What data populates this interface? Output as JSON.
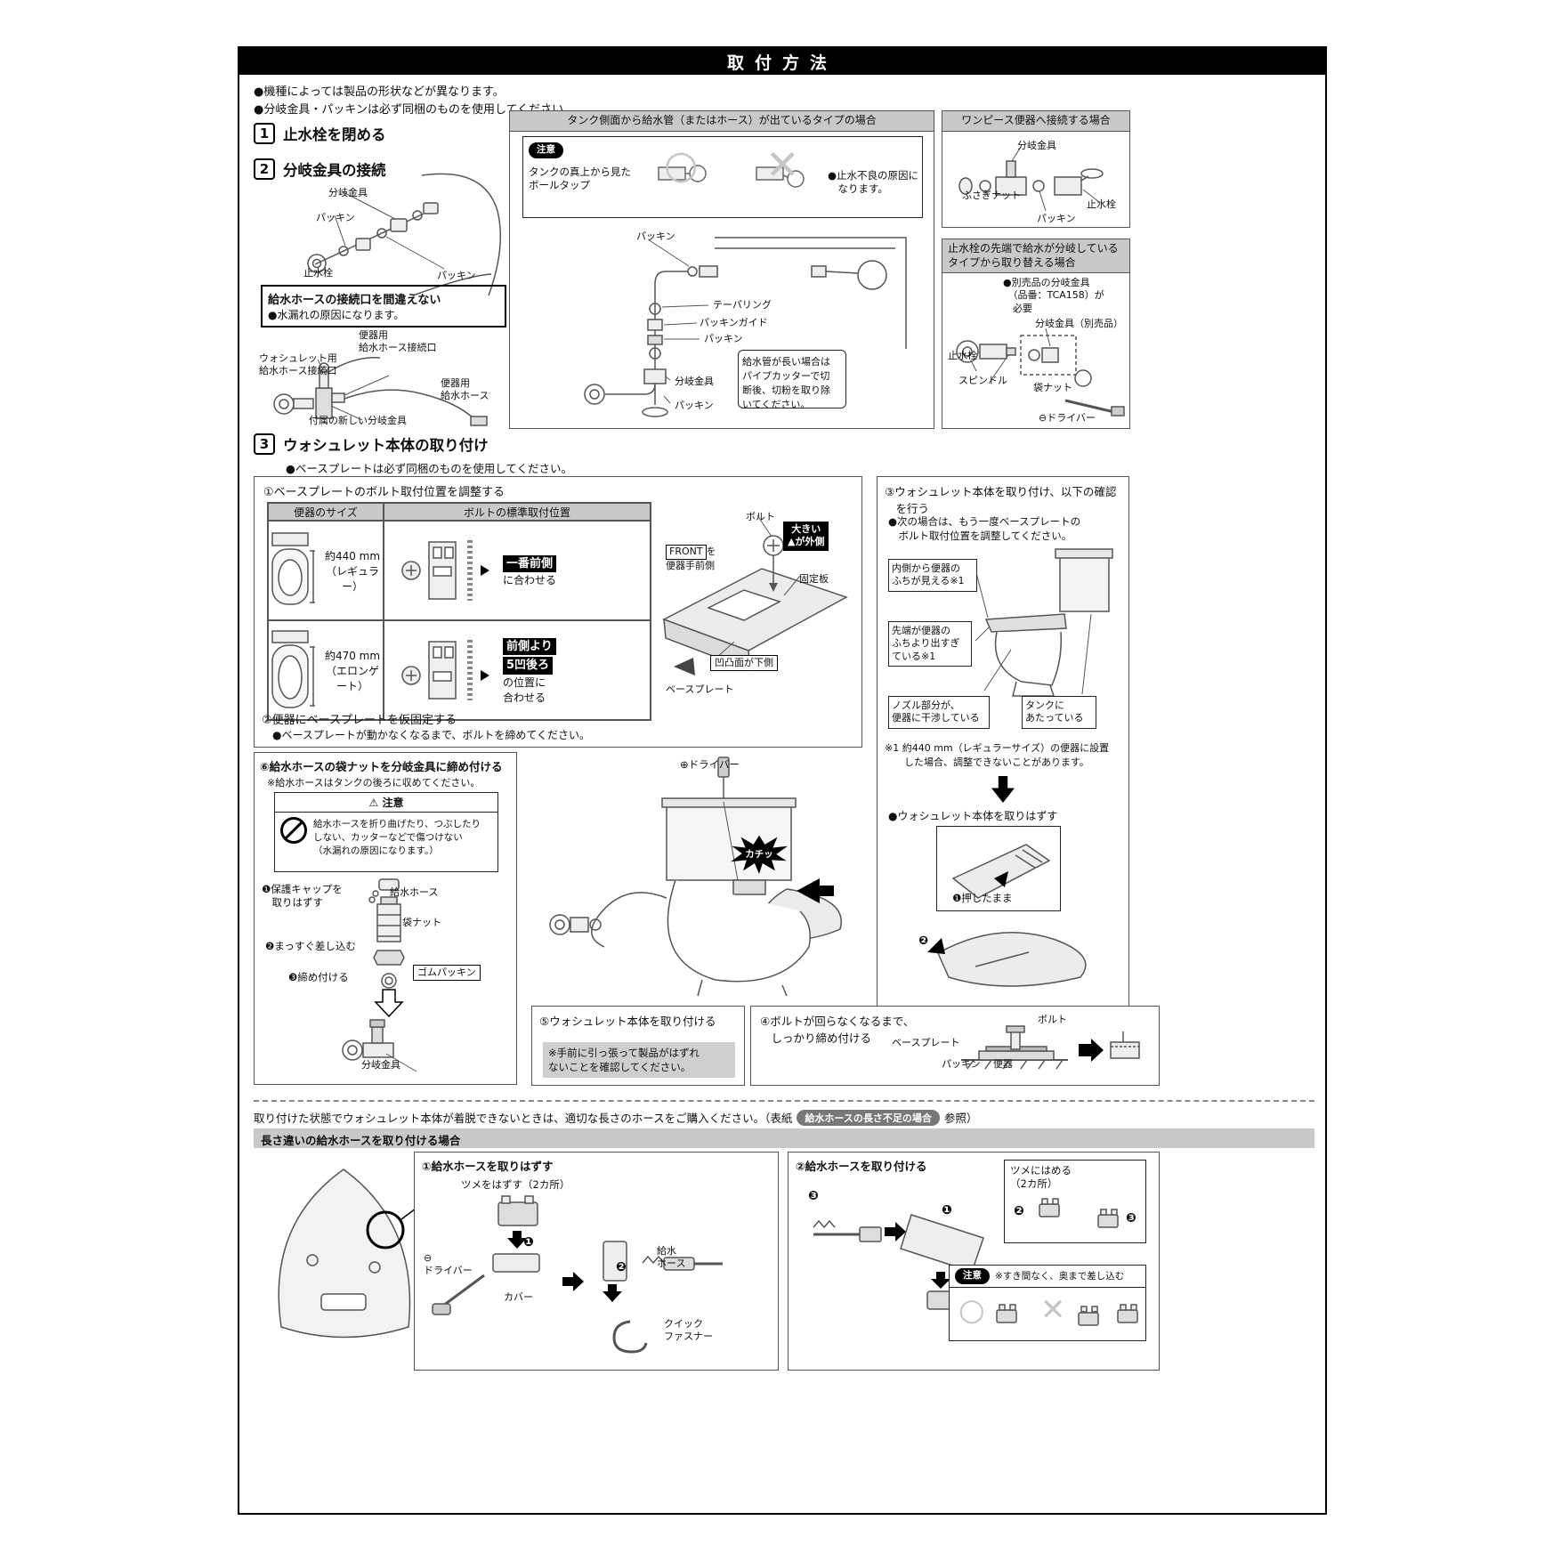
{
  "page": {
    "title": "取付方法",
    "note1": "●機種によっては製品の形状などが異なります。",
    "note2": "●分岐金具・パッキンは必ず同梱のものを使用してください。"
  },
  "step1": {
    "num": "1",
    "title": "止水栓を閉める"
  },
  "step2": {
    "num": "2",
    "title": "分岐金具の接続",
    "l_bunki": "分岐金具",
    "l_packing1": "パッキン",
    "l_shisui": "止水栓",
    "l_packing2": "パッキン",
    "warn_title": "給水ホースの接続口を間違えない",
    "warn_note": "●水漏れの原因になります。",
    "l_washlet_port": "ウォシュレット用\n給水ホース接続口",
    "l_toilet_port": "便器用\n給水ホース接続口",
    "l_toilet_hose": "便器用\n給水ホース",
    "l_new_fitting": "付属の新しい分岐金具"
  },
  "tank_panel": {
    "title": "タンク側面から給水管（またはホース）が出ているタイプの場合",
    "caution_tag": "注意",
    "caution_text": "タンクの真上から見た\nボールタップ",
    "ok": "○",
    "ng": "✕",
    "caution_note": "●止水不良の原因に\n　なります。",
    "l_packing1": "パッキン",
    "l_taper": "テーパリング",
    "l_guide": "パッキンガイド",
    "l_packing2": "パッキン",
    "l_bunki": "分岐金具",
    "l_packing3": "パッキン",
    "pipe_note": "給水管が長い場合は\nパイプカッターで切\n断後、切粉を取り除\nいてください。"
  },
  "onepiece": {
    "title": "ワンピース便器へ接続する場合",
    "l_bunki": "分岐金具",
    "l_fusagi": "ふさぎナット",
    "l_packing": "パッキン",
    "l_shisui": "止水栓"
  },
  "replace": {
    "title": "止水栓の先端で給水が分岐している\nタイプから取り替える場合",
    "note": "●別売品の分岐金具\n　（品番：TCA158）が\n　必要",
    "l_bunki": "分岐金具（別売品）",
    "l_shisui": "止水栓",
    "l_spindle": "スピンドル",
    "l_nut": "袋ナット",
    "l_driver": "⊖ドライバー"
  },
  "step3": {
    "num": "3",
    "title": "ウォシュレット本体の取り付け",
    "note": "●ベースプレートは必ず同梱のものを使用してください。"
  },
  "adjust": {
    "title": "①ベースプレートのボルト取付位置を調整する",
    "th_size": "便器のサイズ",
    "th_pos": "ボルトの標準取付位置",
    "r1_size": "約440 mm\n（レギュラー）",
    "r1_badge": "一番前側",
    "r1_suffix": "に合わせる",
    "r2_size": "約470 mm\n（エロンゲート）",
    "r2_badge1": "前側より",
    "r2_badge2": "5凹後ろ",
    "r2_suffix": "の位置に\n合わせる",
    "l_bolt": "ボルト",
    "l_big_out": "大きい\n▲が外側",
    "l_front": "FRONT",
    "l_front_suffix": "を\n便器手前側",
    "l_fixplate": "固定板",
    "l_facedown": "凹凸面が下側",
    "l_baseplate": "ベースプレート",
    "sub2_title": "②便器にベースプレートを仮固定する",
    "sub2_note": "●ベースプレートが動かなくなるまで、ボルトを締めてください。"
  },
  "check": {
    "title": "③ウォシュレット本体を取り付け、以下の確認\n　を行う",
    "note": "●次の場合は、もう一度ベースプレートの\n　ボルト取付位置を調整してください。",
    "b1": "内側から便器の\nふちが見える※1",
    "b2": "先端が便器の\nふちより出すぎ\nている※1",
    "b3": "ノズル部分が、\n便器に干渉している",
    "b4": "タンクに\nあたっている",
    "fn": "※1 約440 mm（レギュラーサイズ）の便器に設置\n　　した場合、調整できないことがあります。",
    "remove": "●ウォシュレット本体を取りはずす",
    "m1": "❶押したまま",
    "m2": "❷"
  },
  "hose": {
    "title": "⑥給水ホースの袋ナットを分岐金具に締め付ける",
    "sub": "※給水ホースはタンクの後ろに収めてください。",
    "caution_icon": "⚠",
    "caution_tag": "注意",
    "caution_text": "給水ホースを折り曲げたり、つぶしたり\nしない、カッターなどで傷つけない\n（水漏れの原因になります。）",
    "s1": "❶保護キャップを\n　取りはずす",
    "l_hose": "給水ホース",
    "l_nut": "袋ナット",
    "l_gom": "ゴムパッキン",
    "s2": "❷まっすぐ差し込む",
    "s3": "❸締め付ける",
    "l_bunki": "分岐金具"
  },
  "center": {
    "l_driver": "⊕ドライバー",
    "click": "カチッ"
  },
  "attach": {
    "title": "⑤ウォシュレット本体を取り付ける",
    "note": "※手前に引っ張って製品がはずれ\nないことを確認してください。"
  },
  "bolt": {
    "title": "④ボルトが回らなくなるまで、\n　しっかり締め付ける",
    "l_bolt": "ボルト",
    "l_baseplate": "ベースプレート",
    "l_packing": "パッキン",
    "l_benki": "便器"
  },
  "bottom_note": {
    "pre": "取り付けた状態でウォシュレット本体が着脱できないときは、適切な長さのホースをご購入ください。（表紙",
    "badge": "給水ホースの長さ不足の場合",
    "post": "参照）"
  },
  "bottom": {
    "header": "長さ違いの給水ホースを取り付ける場合",
    "p1_title": "①給水ホースを取りはずす",
    "p1_tsume": "ツメをはずす（2カ所）",
    "l_driver": "⊖\nドライバー",
    "l_cover": "カバー",
    "l_hose": "給水\nホース",
    "l_fastener": "クイック\nファスナー",
    "m1": "❶",
    "m2": "❷",
    "m3": "❸",
    "p2_title": "②給水ホースを取り付ける",
    "p2_tsume": "ツメにはめる\n（2カ所）",
    "caution_tag": "注意",
    "caution_text": "※すき間なく、奥まで差し込む",
    "ok": "○",
    "ng": "✕"
  }
}
